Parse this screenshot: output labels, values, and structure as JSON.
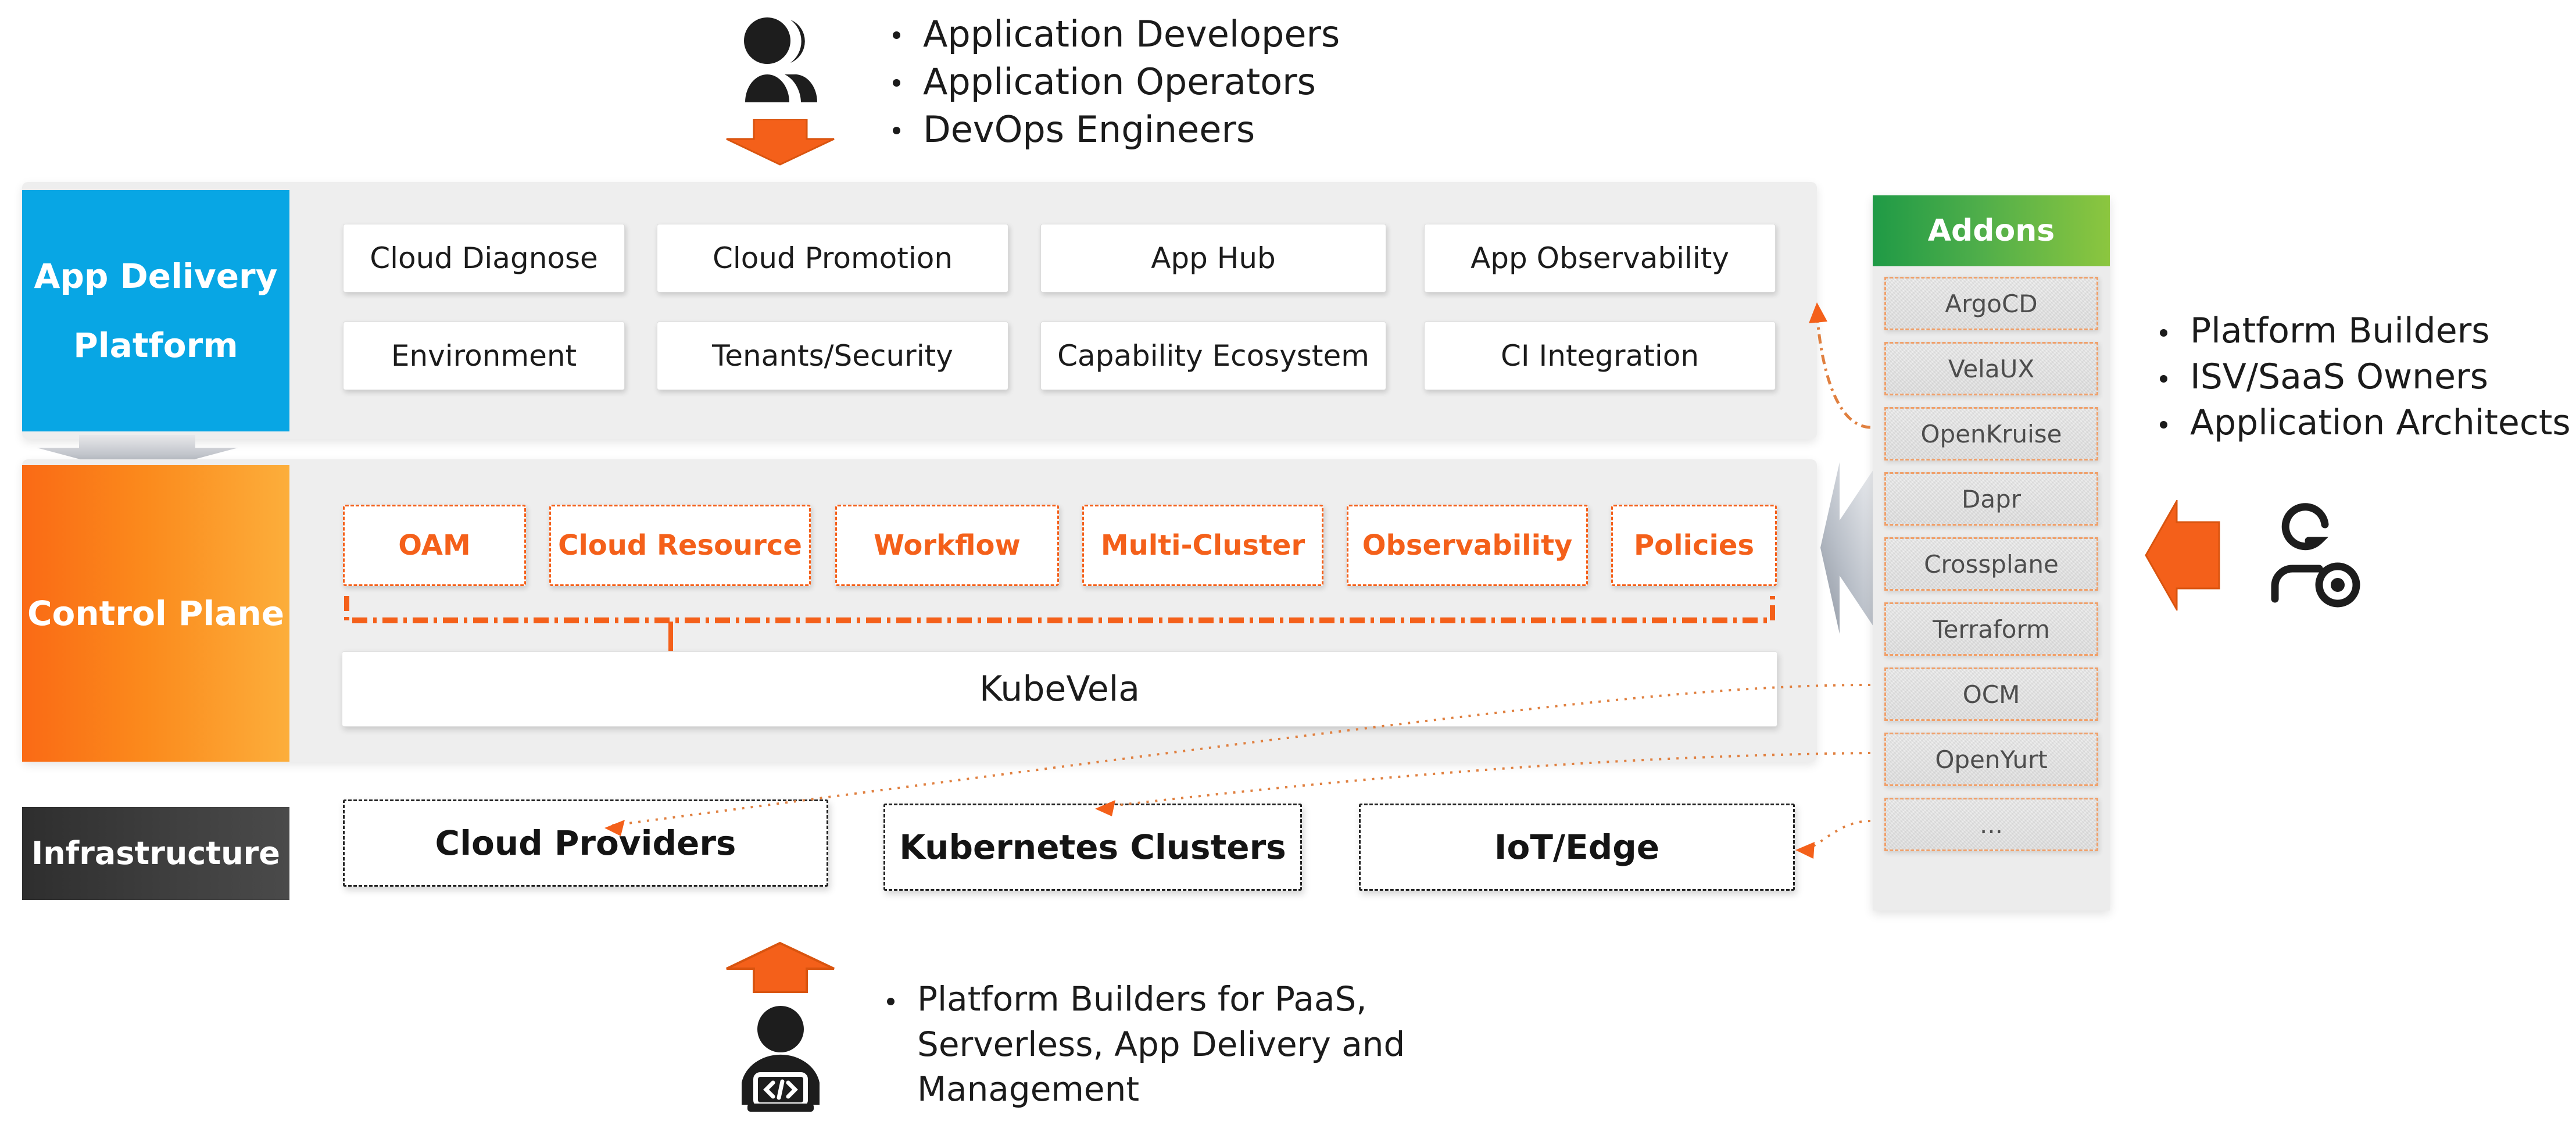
{
  "personas": {
    "top": {
      "icon": "users-group-icon",
      "arrow": "orange-down-arrow",
      "items": [
        "Application Developers",
        "Application Operators",
        "DevOps Engineers"
      ]
    },
    "right": {
      "icon": "gear-person-icon",
      "arrow": "orange-left-arrow",
      "items": [
        "Platform Builders",
        "ISV/SaaS Owners",
        "Application Architects"
      ]
    },
    "bottom": {
      "icon": "developer-laptop-icon",
      "arrow": "orange-up-arrow",
      "items": [
        "Platform Builders for PaaS, Serverless, App Delivery and Management"
      ]
    }
  },
  "layers": {
    "app_delivery_platform": {
      "label": "App Delivery\nPlatform",
      "label_line1": "App Delivery",
      "label_line2": "Platform",
      "color": "#08a6e4",
      "cards": [
        "Cloud Diagnose",
        "Cloud Promotion",
        "App Hub",
        "App Observability",
        "Environment",
        "Tenants/Security",
        "Capability Ecosystem",
        "CI Integration"
      ]
    },
    "control_plane": {
      "label": "Control Plane",
      "color_start": "#fa6a15",
      "color_end": "#fcae3b",
      "capabilities": [
        "OAM",
        "Cloud Resource",
        "Workflow",
        "Multi-Cluster",
        "Observability",
        "Policies"
      ],
      "core": "KubeVela",
      "accent": "#f4601a"
    },
    "infrastructure": {
      "label": "Infrastructure",
      "color": "#2e2e2e",
      "boxes": [
        "Cloud Providers",
        "Kubernetes Clusters",
        "IoT/Edge"
      ]
    }
  },
  "addons": {
    "title": "Addons",
    "header_color_start": "#1f9a46",
    "header_color_end": "#8cc63f",
    "items": [
      "ArgoCD",
      "VelaUX",
      "OpenKruise",
      "Dapr",
      "Crossplane",
      "Terraform",
      "OCM",
      "OpenYurt",
      "..."
    ]
  }
}
